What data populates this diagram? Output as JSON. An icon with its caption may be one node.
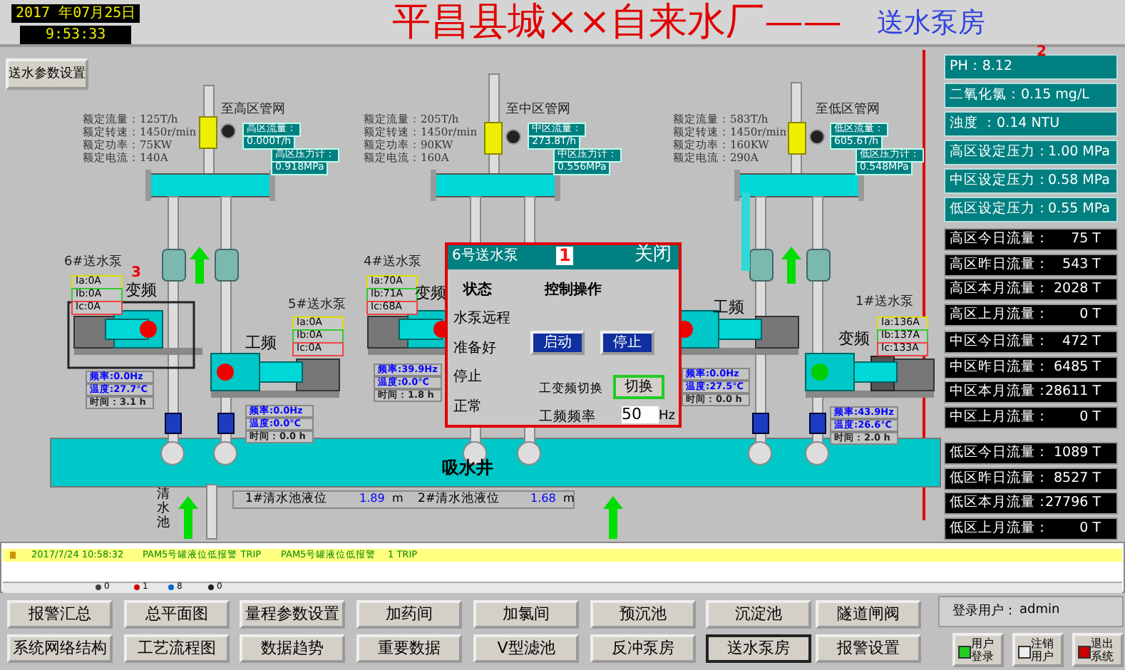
{
  "diagram": {
    "title": "平昌县城××自来水厂——",
    "labels": [
      "2017 年07月25日",
      "9:53:33",
      "送水参数设置",
      "送水泵房",
      "2",
      "额定流量：125T/h",
      "额定转速：1450r/min",
      "额定功率：75KW",
      "额定电流：140A",
      "至高区管网",
      "高区流量：",
      "0.000T/h",
      "高区压力计：",
      "0.918MPa",
      "额定流量：205T/h",
      "额定转速：1450r/min",
      "额定功率：90KW",
      "额定电流：160A",
      "至中区管网",
      "中区流量：",
      "273.8T/h",
      "中区压力计：",
      "0.556MPa",
      "额定流量：583T/h",
      "额定转速：1450r/min",
      "额定功率：160KW",
      "额定电流：290A",
      "至低区管网",
      "低区流量：",
      "605.6T/h",
      "低区压力计：",
      "0.548MPa",
      "PH：8.12",
      "二氧化氯：0.15 mg/L",
      "浊度 ：0.14 NTU",
      "高区设定压力：",
      "1.00 MPa",
      "中区设定压力：",
      "0.58 MPa",
      "低区设定压力：",
      "0.55 MPa",
      "高区今日流量：",
      "75 T",
      "高区昨日流量：",
      "543 T",
      "高区本月流量：",
      "2028 T",
      "高区上月流量：",
      "0 T",
      "中区今日流量：",
      "472 T",
      "中区昨日流量：",
      "6485 T",
      "中区本月流量：",
      "28611 T",
      "中区上月流量：",
      "0 T",
      "低区今日流量：",
      "1089 T",
      "低区昨日流量：",
      "8527 T",
      "低区本月流量：",
      "27796 T",
      "低区上月流量：",
      "0 T",
      "6#送水泵",
      "3",
      "Ia:0A",
      "Ib:0A",
      "Ic:0A",
      "变频",
      "频率:0.0Hz",
      "温度:27.7℃",
      "时间：3.1 h",
      "5#送水泵",
      "Ia:0A",
      "Ib:0A",
      "Ic:0A",
      "工频",
      "频率:0.0Hz",
      "温度:0.0℃",
      "时间：0.0 h",
      "4#送水泵",
      "Ia:70A",
      "Ib:71A",
      "Ic:68A",
      "变频",
      "频率:39.9Hz",
      "温度:0.0℃",
      "时间：1.8 h",
      "工频",
      "频率:0.0Hz",
      "温度:27.5℃",
      "时间：0.0 h",
      "1#送水泵",
      "Ia:136A",
      "Ib:137A",
      "Ic:133A",
      "变频",
      "频率:43.9Hz",
      "温度:26.6℃",
      "时间：2.0 h",
      "6号送水泵",
      "关闭",
      "1",
      "状态",
      "控制操作",
      "水泵远程",
      "准备好",
      "停止",
      "正常",
      "启动",
      "停止",
      "工变频切换",
      "切换",
      "工频频率",
      "50",
      "Hz",
      "吸水井",
      "清水池",
      "1#清水池液位",
      "1.89",
      "m",
      "2#清水池液位",
      "1.68",
      "m",
      "2017/7/24 10:58:32",
      "PAM5号罐液位低报警 TRIP",
      "PAM5号罐液位低报警",
      "1 TRIP",
      "0",
      "1",
      "8",
      "0",
      "报警汇总",
      "总平面图",
      "量程参数设置",
      "加药间",
      "加氯间",
      "预沉池",
      "沉淀池",
      "隧道闸阀",
      "系统网络结构",
      "工艺流程图",
      "数据趋势",
      "重要数据",
      "V型滤池",
      "反冲泵房",
      "送水泵房",
      "报警设置",
      "登录用户：",
      "admin",
      "用户登录",
      "注销用户",
      "退出系统"
    ]
  }
}
